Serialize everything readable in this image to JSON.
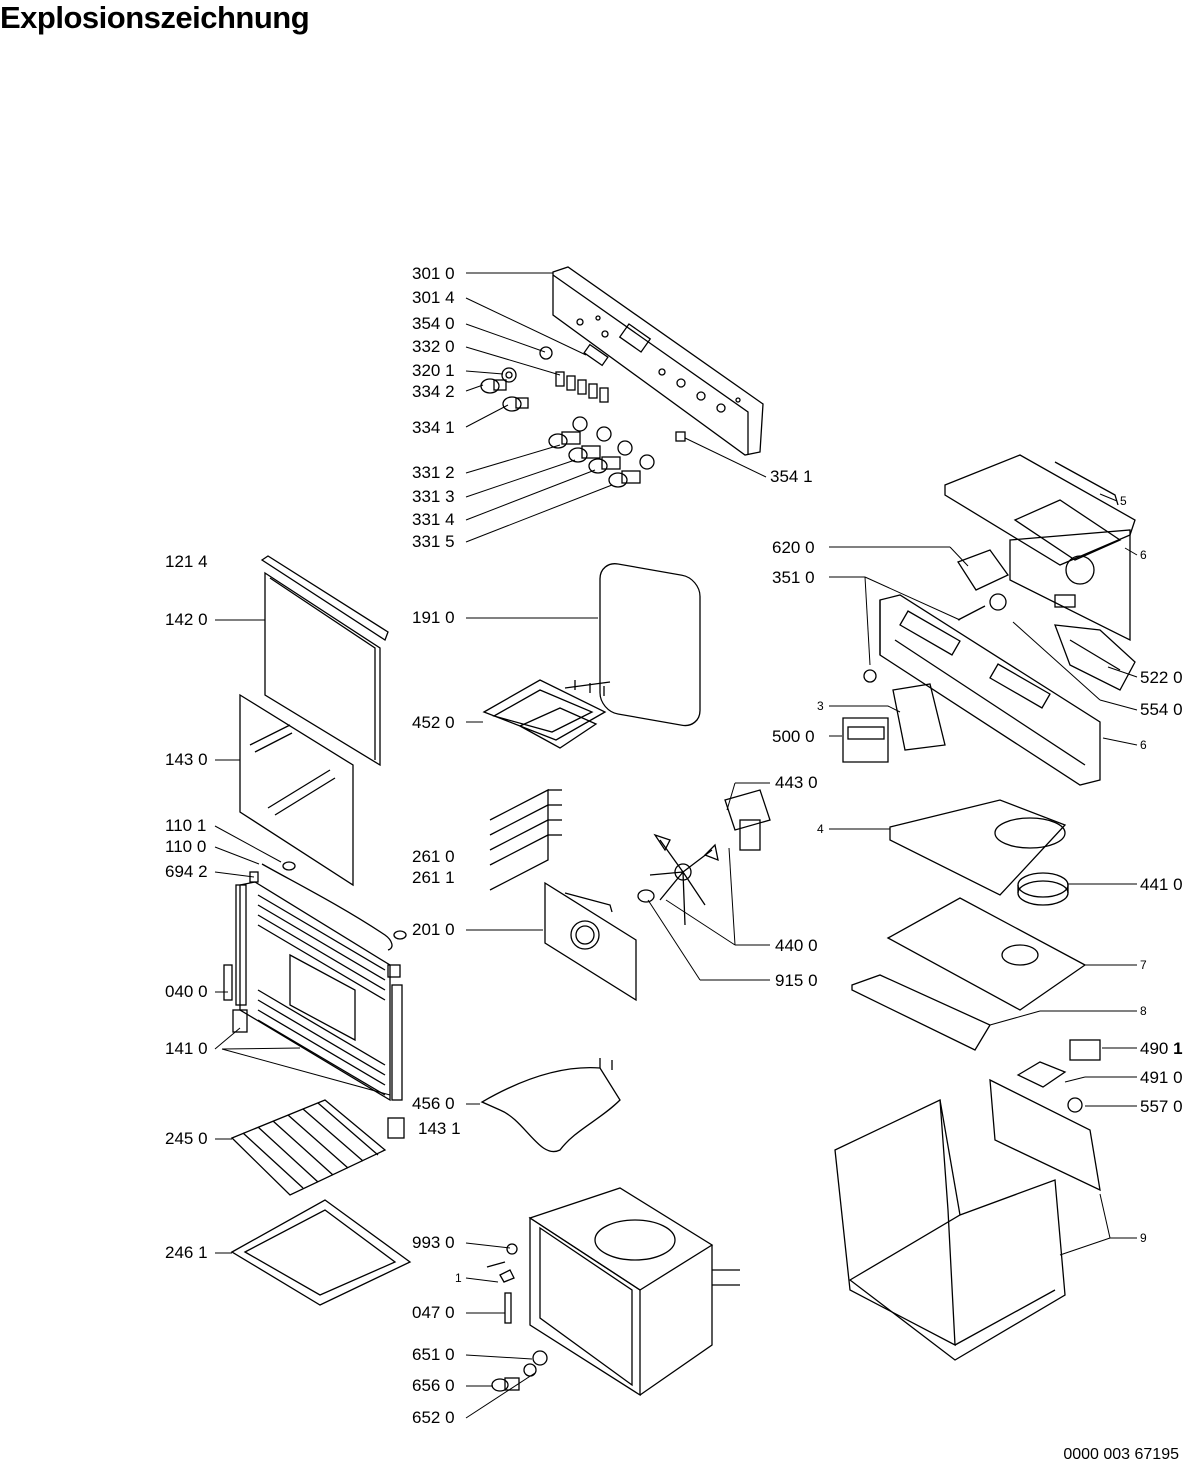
{
  "title": "Explosionszeichnung",
  "document_number": "0000 003 67195",
  "labels": {
    "l3010": "301 0",
    "l3014": "301 4",
    "l3540": "354 0",
    "l3320": "332 0",
    "l3201": "320 1",
    "l3342": "334 2",
    "l3341": "334 1",
    "l3312": "331 2",
    "l3313": "331 3",
    "l3314": "331 4",
    "l3315": "331 5",
    "l3541": "354 1",
    "l5": "5",
    "l6a": "6",
    "l6200": "620 0",
    "l3510": "351 0",
    "l5220": "522 0",
    "l5540": "554 0",
    "l3": "3",
    "l5000": "500 0",
    "l6b": "6",
    "l1214": "121 4",
    "l1420": "142 0",
    "l1910": "191 0",
    "l4520": "452 0",
    "l1430": "143 0",
    "l4430": "443 0",
    "l4": "4",
    "l1101": "110 1",
    "l1100": "110 0",
    "l6942": "694 2",
    "l2610": "261 0",
    "l2611": "261 1",
    "l4410": "441 0",
    "l2010": "201 0",
    "l4400": "440 0",
    "l7": "7",
    "l0400": "040 0",
    "l9150": "915 0",
    "l8": "8",
    "l1410": "141 0",
    "l4901_a": "490",
    "l4901_b": "1",
    "l4910": "491 0",
    "l4560": "456 0",
    "l5570": "557 0",
    "l1431": "143 1",
    "l2450": "245 0",
    "l9": "9",
    "l2461": "246 1",
    "l9930": "993 0",
    "l1": "1",
    "l0470": "047 0",
    "l6510": "651 0",
    "l6560": "656 0",
    "l6520": "652 0"
  }
}
